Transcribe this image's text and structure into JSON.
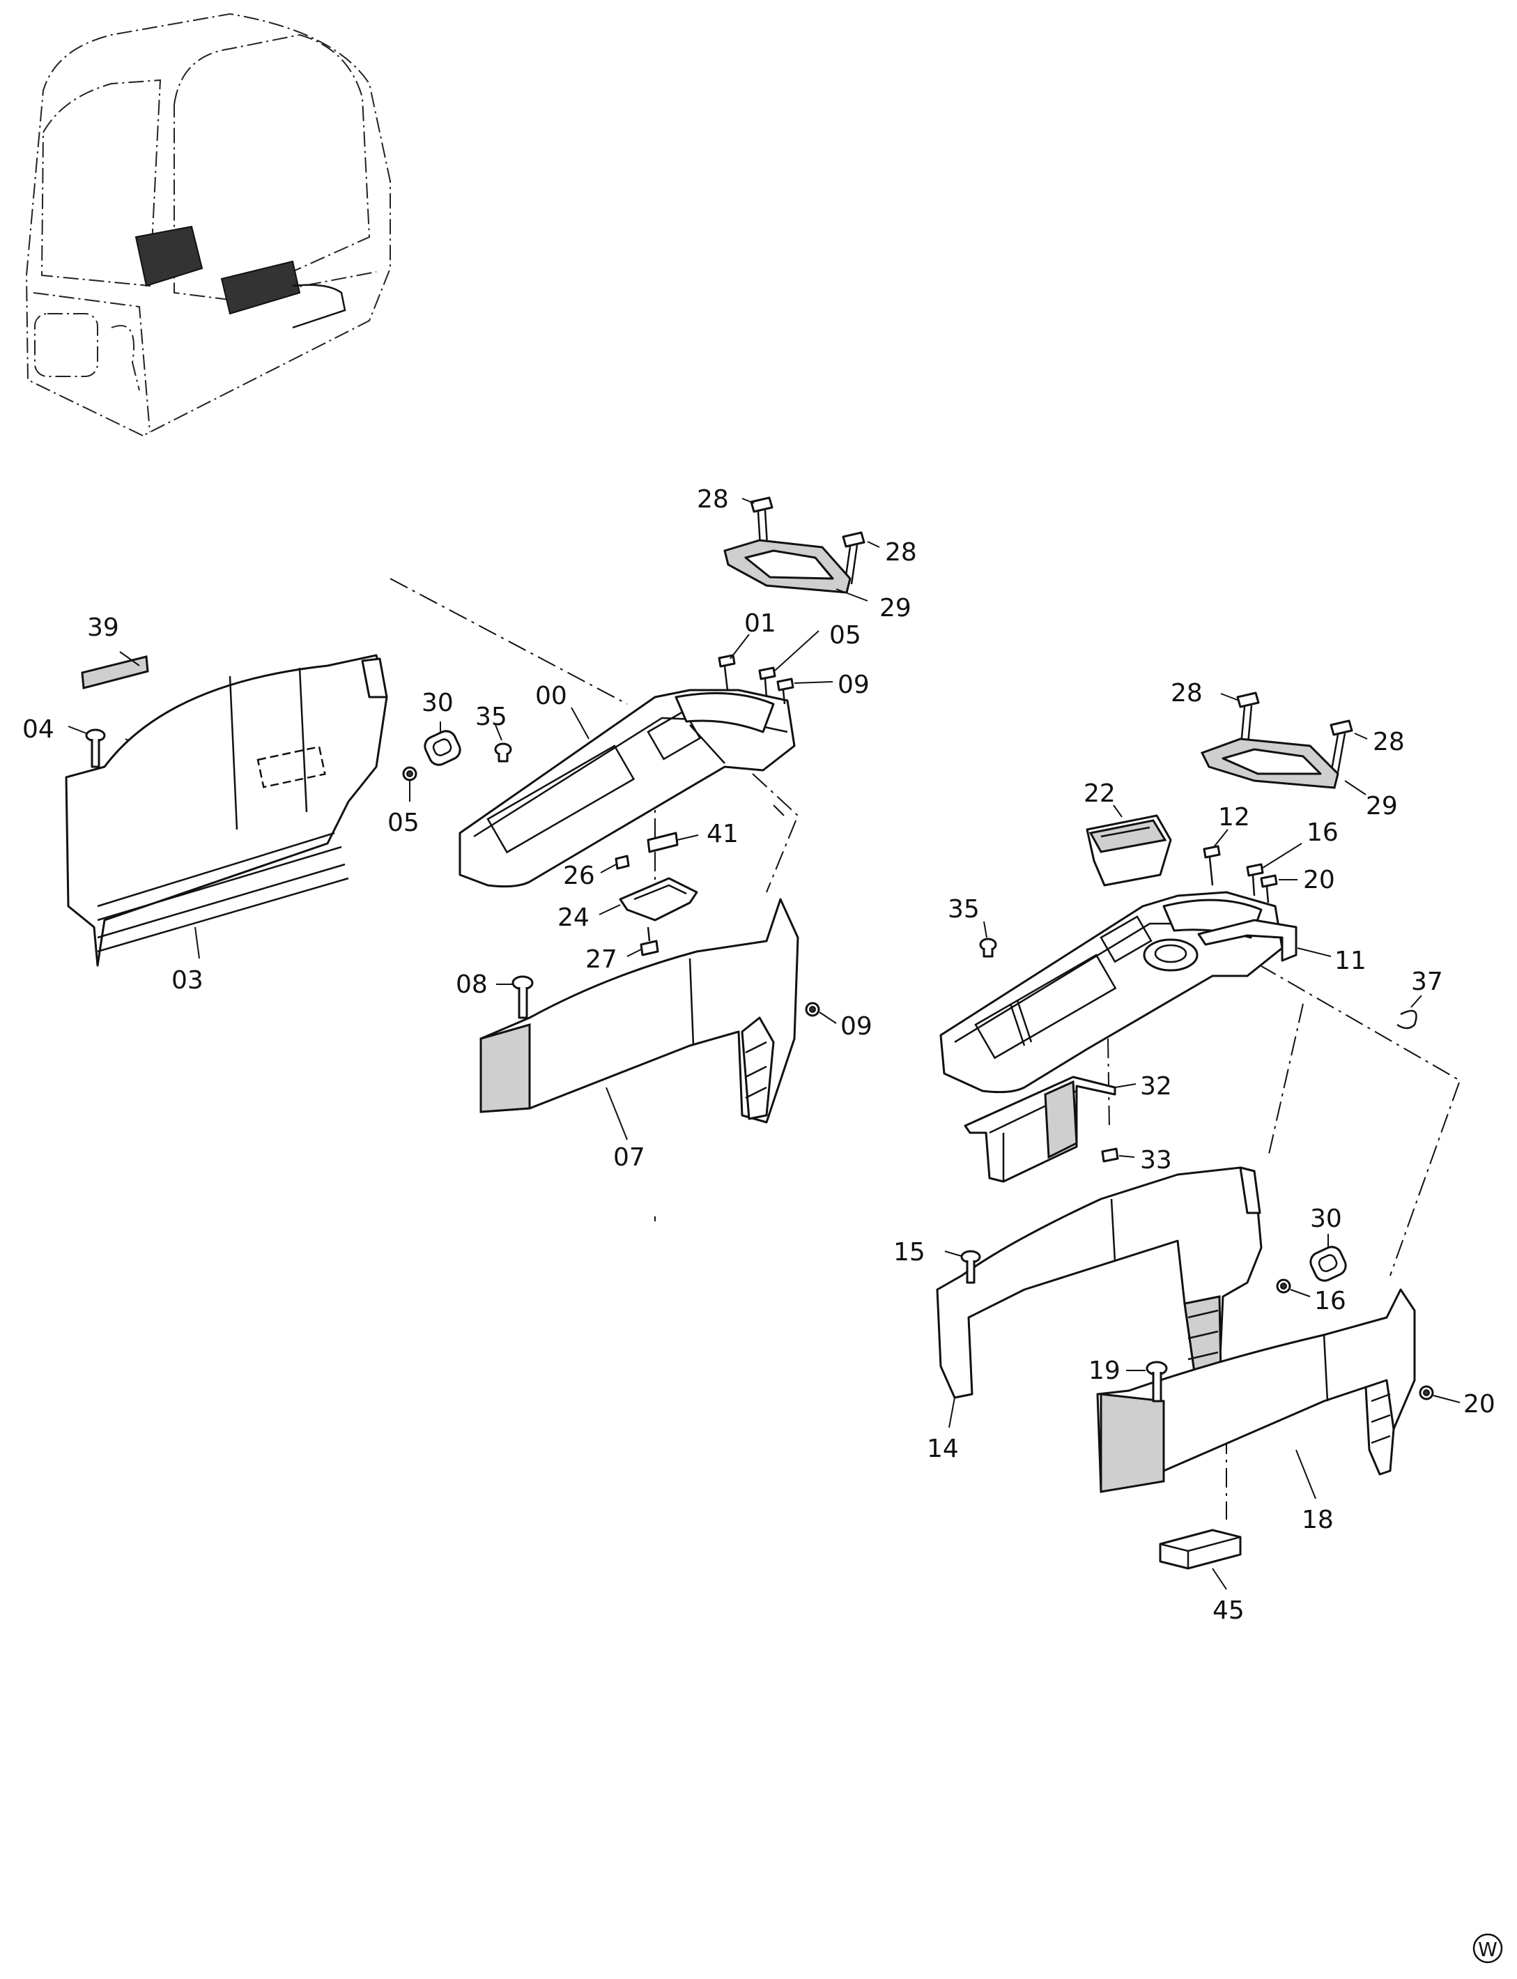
{
  "diagram": {
    "callouts_left": {
      "c28a": "28",
      "c28b": "28",
      "c29": "29",
      "c01": "01",
      "c05a": "05",
      "c09a": "09",
      "c39": "39",
      "c04": "04",
      "c30": "30",
      "c05b": "05",
      "c35": "35",
      "c00": "00",
      "c41": "41",
      "c26": "26",
      "c24": "24",
      "c27": "27",
      "c03": "03",
      "c08": "08",
      "c09b": "09",
      "c07": "07"
    },
    "callouts_right": {
      "c28a": "28",
      "c28b": "28",
      "c29": "29",
      "c22": "22",
      "c12": "12",
      "c16a": "16",
      "c20a": "20",
      "c35": "35",
      "c11": "11",
      "c37": "37",
      "c32": "32",
      "c33": "33",
      "c30": "30",
      "c15": "15",
      "c16b": "16",
      "c19": "19",
      "c20b": "20",
      "c14": "14",
      "c18": "18",
      "c45": "45"
    },
    "corner_mark": "W"
  }
}
